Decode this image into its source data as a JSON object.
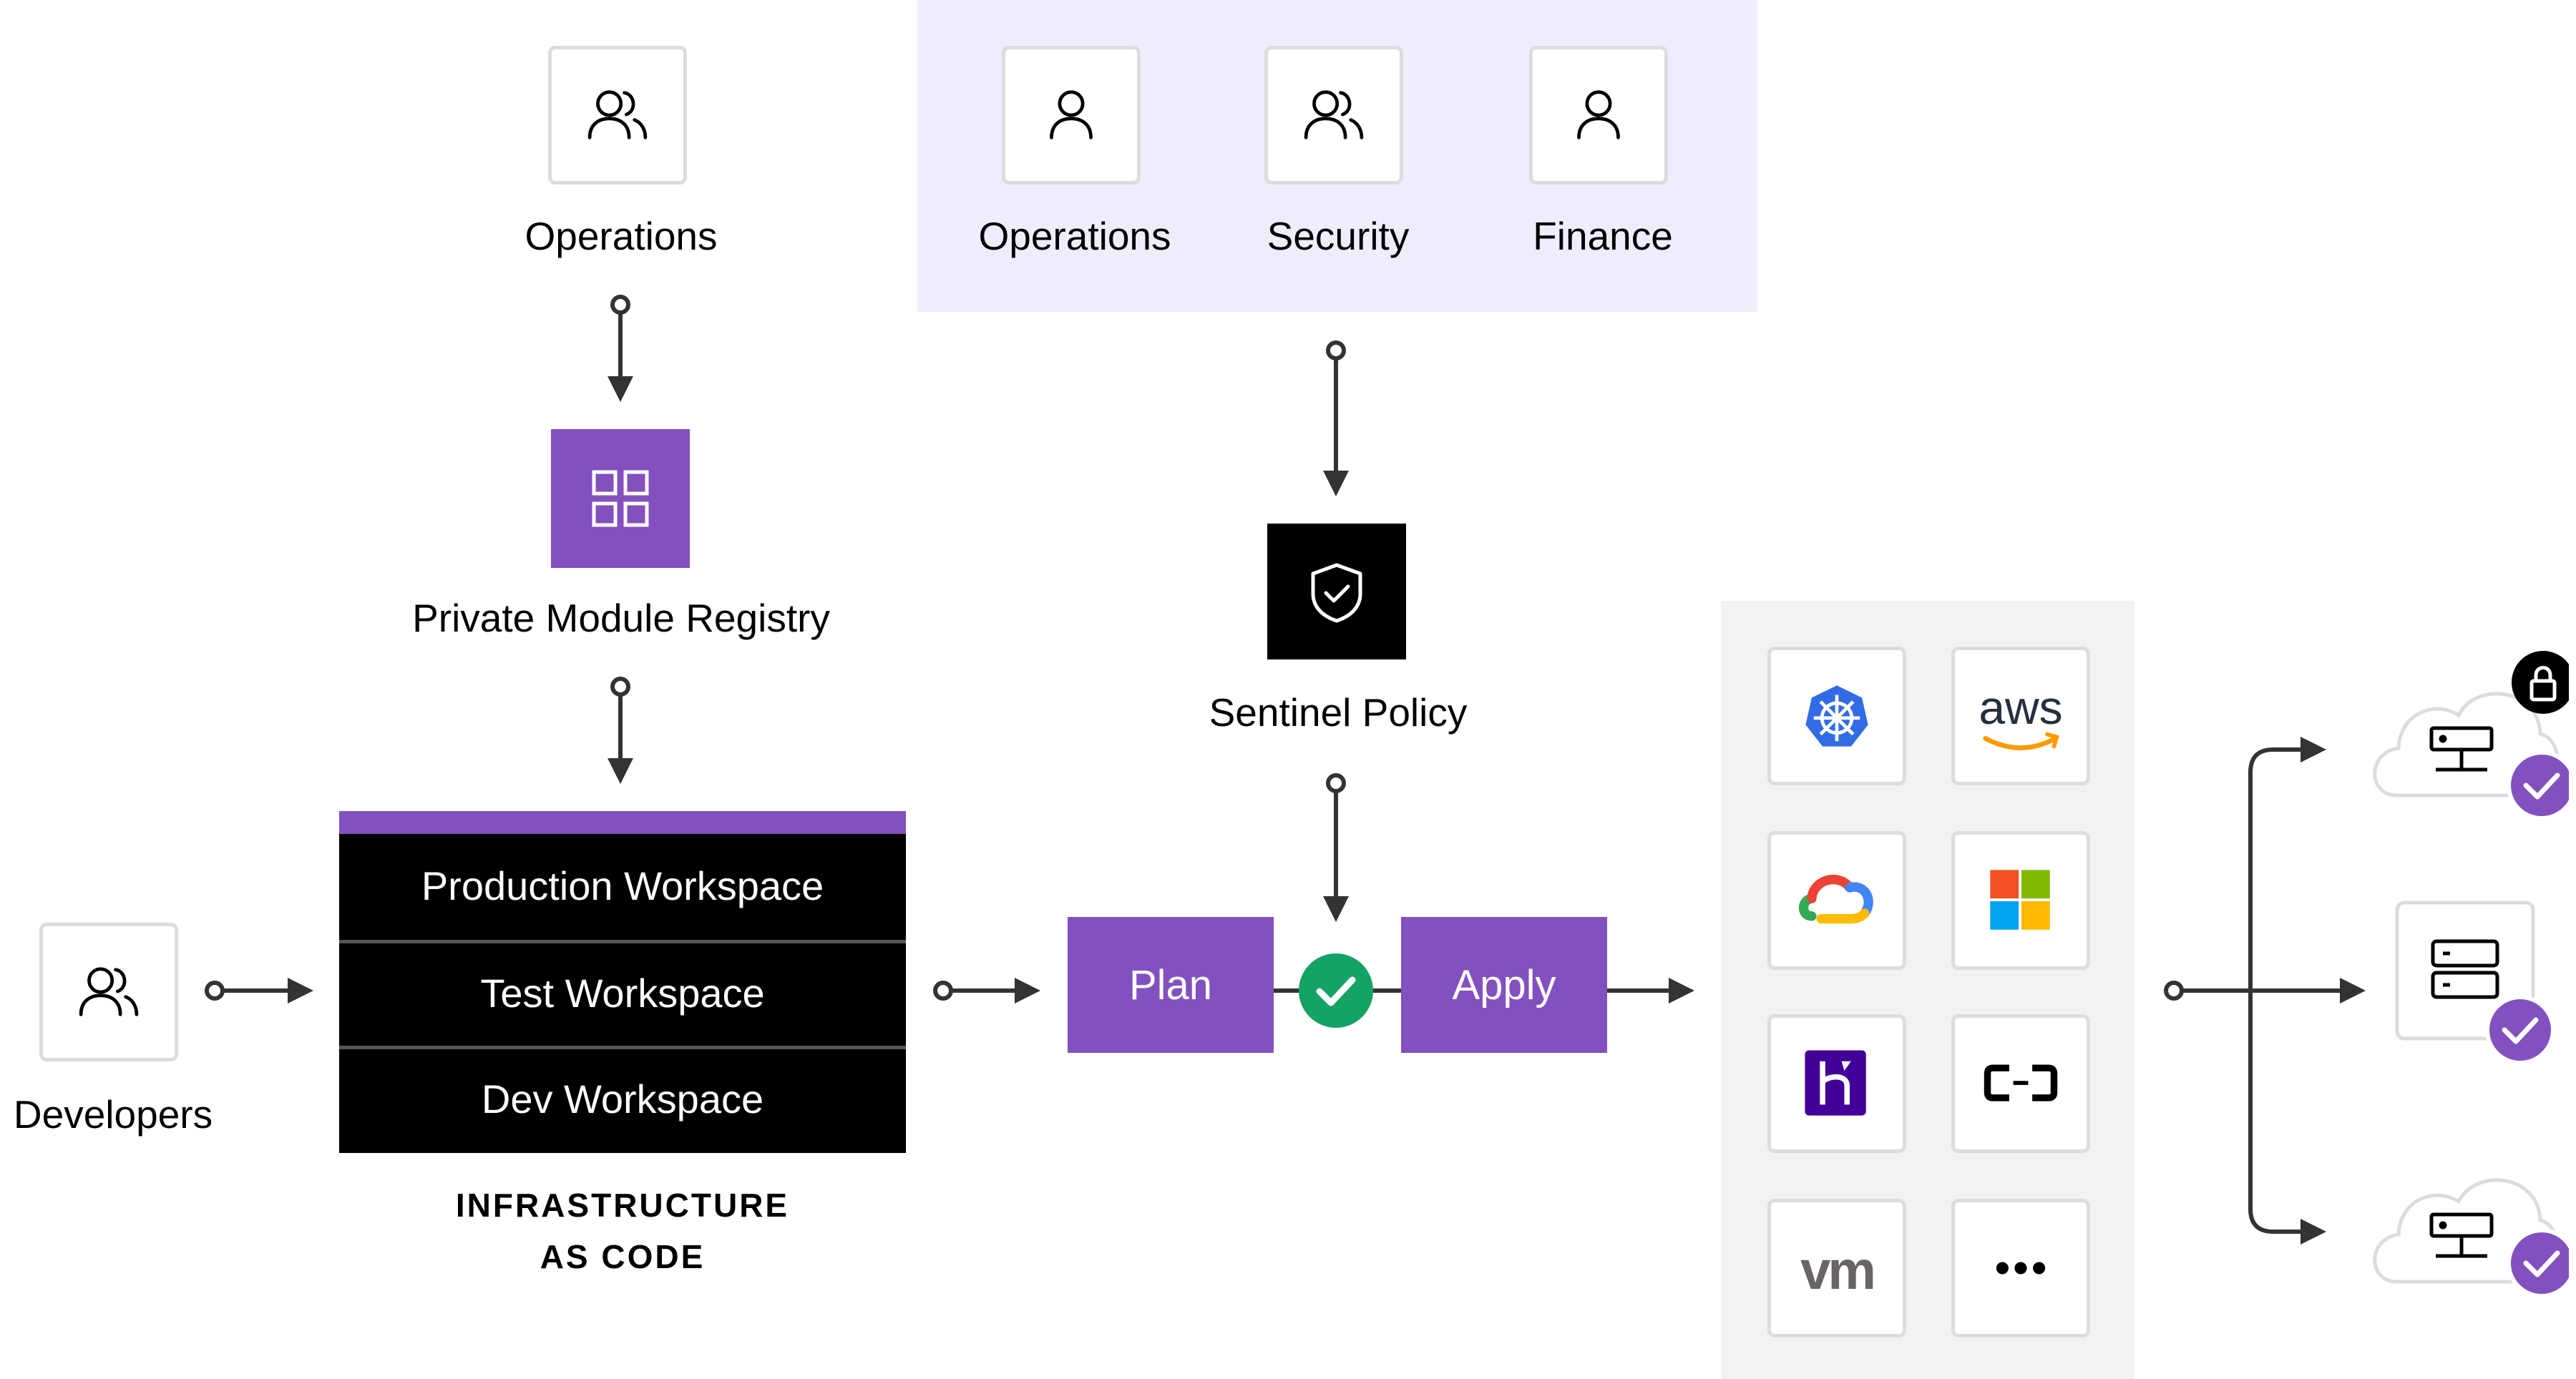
{
  "top_left": {
    "team": "Operations"
  },
  "registry": {
    "label": "Private Module Registry"
  },
  "policy_group": {
    "teams": [
      "Operations",
      "Security",
      "Finance"
    ]
  },
  "sentinel": {
    "label": "Sentinel Policy"
  },
  "developers": {
    "label": "Developers"
  },
  "workspaces": {
    "rows": [
      "Production Workspace",
      "Test Workspace",
      "Dev Workspace"
    ],
    "caption_line1": "INFRASTRUCTURE",
    "caption_line2": "AS CODE"
  },
  "run": {
    "plan_label": "Plan",
    "apply_label": "Apply"
  },
  "providers": {
    "aws_text": "aws",
    "vmware_text": "vm",
    "items": [
      "kubernetes-logo",
      "aws-logo",
      "google-cloud-logo",
      "microsoft-logo",
      "heroku-logo",
      "alibaba-cloud-logo",
      "vmware-logo",
      "more-icon"
    ]
  },
  "colors": {
    "purple": "#8350bf",
    "lavender": "#f1ecfd",
    "green": "#14a366",
    "panel_gray": "#f2f2f2",
    "black": "#000000"
  }
}
